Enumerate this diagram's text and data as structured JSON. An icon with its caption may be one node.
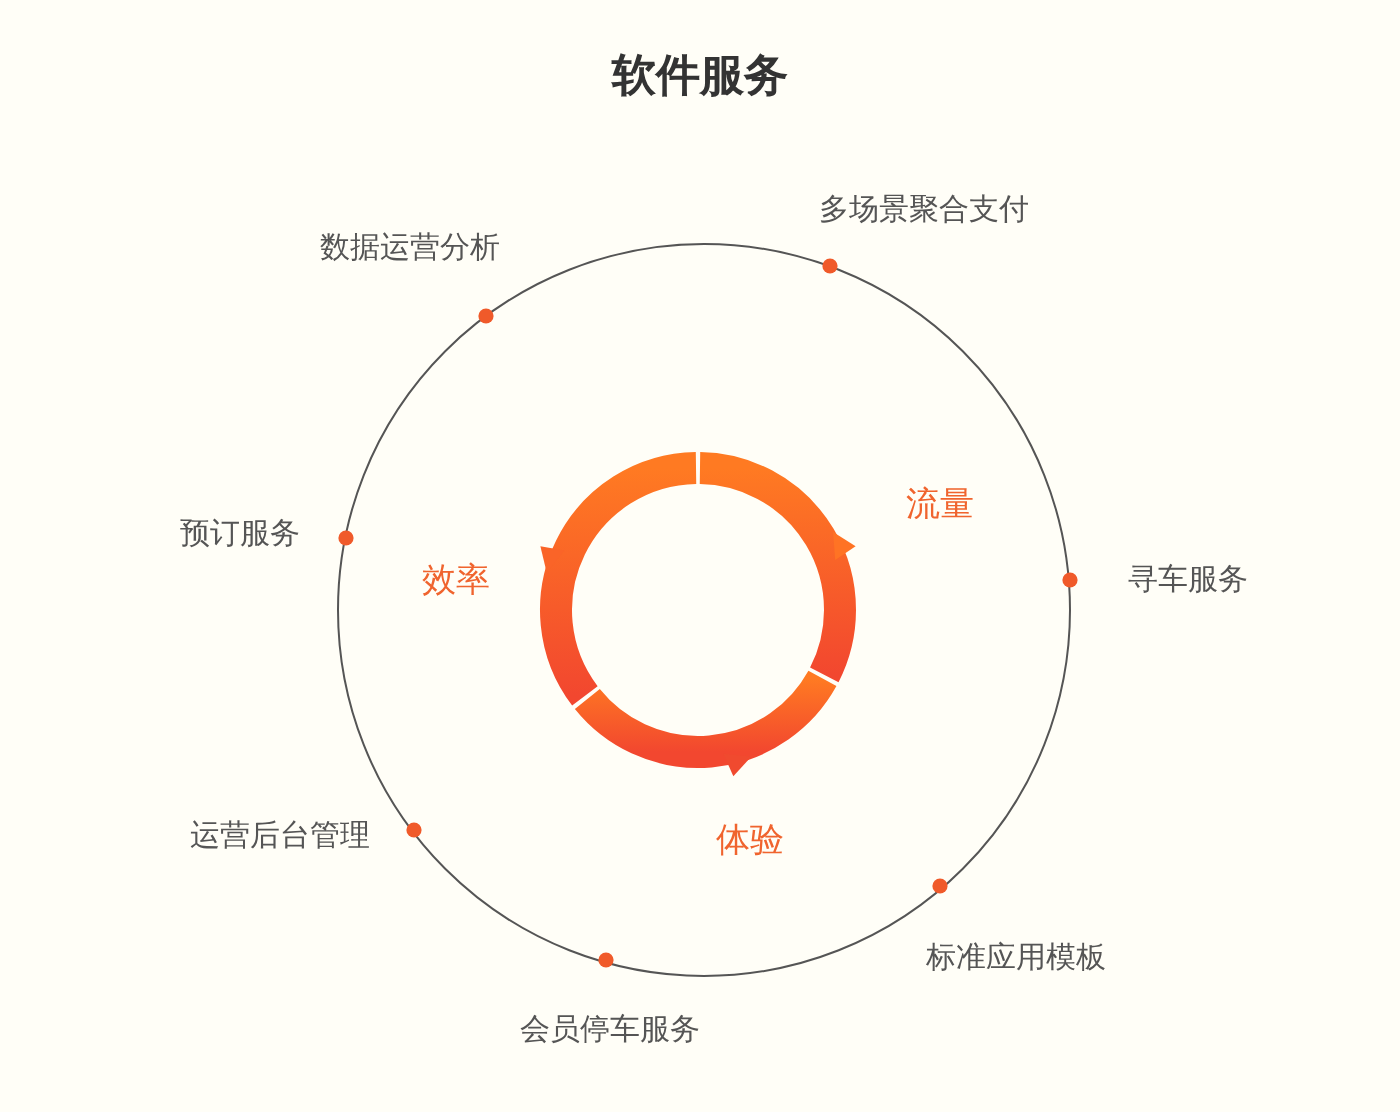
{
  "diagram": {
    "title": "软件服务",
    "labels": [
      "多场景聚合支付",
      "数据运营分析",
      "流量",
      "预订服务",
      "效率",
      "寻车服务",
      "体验",
      "运营后台管理",
      "标准应用模板",
      "会员停车服务"
    ]
  }
}
